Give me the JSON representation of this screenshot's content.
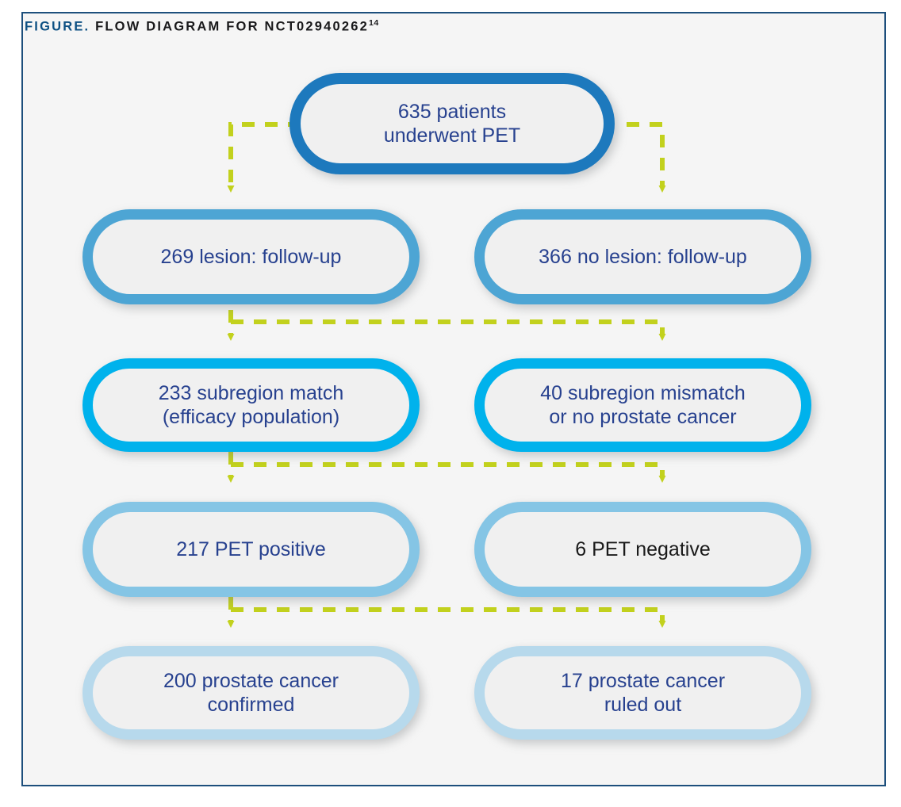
{
  "figure": {
    "label": "FIGURE.",
    "title": " FLOW DIAGRAM FOR NCT02940262",
    "superscript": "14",
    "frame_border_color": "#1d4f7c",
    "background_color": "#f5f5f5"
  },
  "palette": {
    "tier1_border": "#1d79bd",
    "tier2_border": "#4da5d4",
    "tier3_border": "#00b2ec",
    "tier4_border": "#85c5e5",
    "tier5_border": "#b7d9ec",
    "node_fill": "#f0f0f0",
    "node_text": "#27418f",
    "connector": "#c2d11d",
    "caption_accent": "#0d5083"
  },
  "nodes": {
    "root": {
      "id": "635-patients-underwent-pet",
      "text": "635 patients\nunderwent PET",
      "tier": 1
    },
    "row2_left": {
      "id": "269-lesion-follow-up",
      "text": "269 lesion: follow-up",
      "tier": 2
    },
    "row2_right": {
      "id": "366-no-lesion-follow-up",
      "text": "366 no lesion: follow-up",
      "tier": 2
    },
    "row3_left": {
      "id": "233-subregion-match",
      "text": "233 subregion match\n(efficacy population)",
      "tier": 3
    },
    "row3_right": {
      "id": "40-subregion-mismatch",
      "text": "40 subregion mismatch\nor no prostate cancer",
      "tier": 3
    },
    "row4_left": {
      "id": "217-pet-positive",
      "text": "217 PET positive",
      "tier": 4
    },
    "row4_right": {
      "id": "6-pet-negative",
      "text": "6 PET negative",
      "tier": 4
    },
    "row5_left": {
      "id": "200-prostate-cancer-confirmed",
      "text": "200 prostate cancer\nconfirmed",
      "tier": 5
    },
    "row5_right": {
      "id": "17-prostate-cancer-ruled-out",
      "text": "17 prostate cancer\nruled out",
      "tier": 5
    }
  },
  "chart_data": {
    "type": "diagram",
    "title": "FIGURE. FLOW DIAGRAM FOR NCT02940262",
    "orientation": "top-down",
    "connector_style": "dashed-elbow-with-arrowhead",
    "connector_color": "#c2d11d",
    "steps": [
      {
        "level": 1,
        "label": "635 patients underwent PET",
        "value": 635
      },
      {
        "level": 2,
        "label": "269 lesion: follow-up",
        "value": 269
      },
      {
        "level": 2,
        "label": "366 no lesion: follow-up",
        "value": 366
      },
      {
        "level": 3,
        "label": "233 subregion match (efficacy population)",
        "value": 233
      },
      {
        "level": 3,
        "label": "40 subregion mismatch or no prostate cancer",
        "value": 40
      },
      {
        "level": 4,
        "label": "217 PET positive",
        "value": 217
      },
      {
        "level": 4,
        "label": "6 PET negative",
        "value": 6
      },
      {
        "level": 5,
        "label": "200 prostate cancer confirmed",
        "value": 200
      },
      {
        "level": 5,
        "label": "17 prostate cancer ruled out",
        "value": 17
      }
    ],
    "edges": [
      {
        "from": "635 patients underwent PET",
        "to": "269 lesion: follow-up"
      },
      {
        "from": "635 patients underwent PET",
        "to": "366 no lesion: follow-up"
      },
      {
        "from": "269 lesion: follow-up",
        "to": "233 subregion match (efficacy population)"
      },
      {
        "from": "269 lesion: follow-up",
        "to": "40 subregion mismatch or no prostate cancer"
      },
      {
        "from": "233 subregion match (efficacy population)",
        "to": "217 PET positive"
      },
      {
        "from": "233 subregion match (efficacy population)",
        "to": "6 PET negative"
      },
      {
        "from": "217 PET positive",
        "to": "200 prostate cancer confirmed"
      },
      {
        "from": "217 PET positive",
        "to": "17 prostate cancer ruled out"
      }
    ]
  }
}
